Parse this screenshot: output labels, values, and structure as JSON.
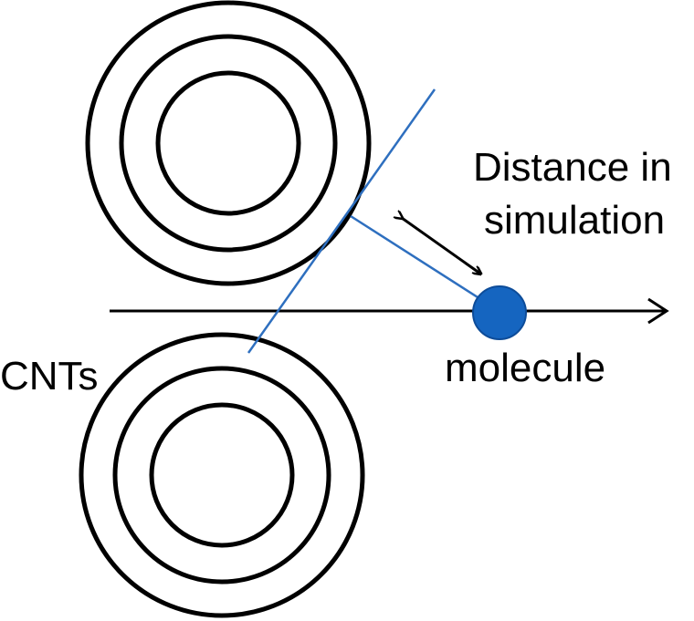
{
  "labels": {
    "distance_line1": "Distance in",
    "distance_line2": "simulation",
    "molecule": "molecule",
    "cnts": "CNTs"
  },
  "colors": {
    "background": "#ffffff",
    "ring_stroke": "#000000",
    "axis_stroke": "#000000",
    "tangent_line": "#2e6fbf",
    "molecule_fill": "#1565c0",
    "molecule_stroke": "#0d4c99"
  }
}
